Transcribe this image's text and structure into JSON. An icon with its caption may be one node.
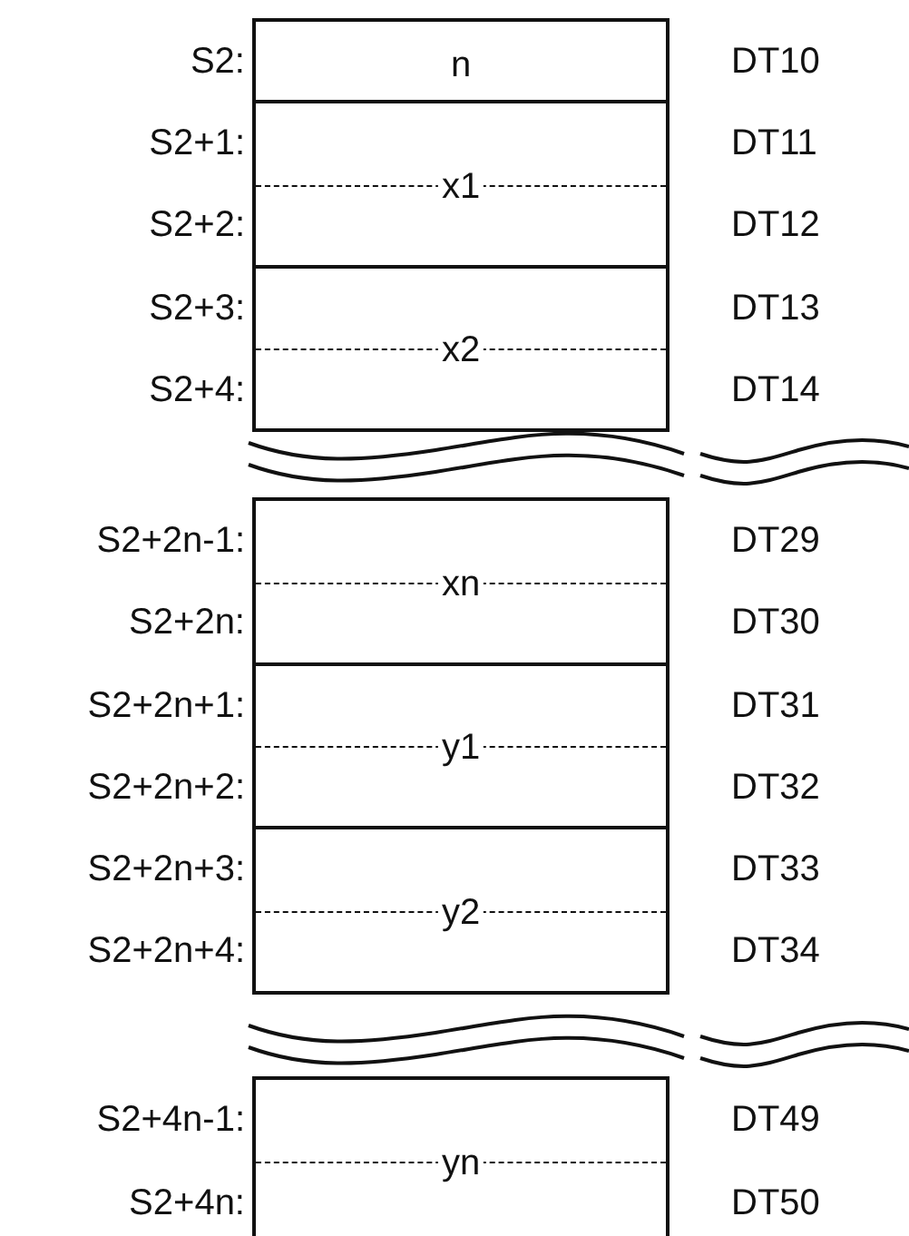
{
  "diagram": {
    "nodes": [
      {
        "text": [
          "n"
        ],
        "beside": [
          "S2:",
          "DT10"
        ]
      },
      {
        "text": [
          "x1"
        ],
        "beside": [
          "S2+1:",
          "DT11",
          "S2+2:",
          "DT12"
        ]
      },
      {
        "text": [
          "x2"
        ],
        "beside": [
          "S2+3:",
          "DT13",
          "S2+4:",
          "DT14"
        ]
      },
      {
        "text": [
          "xn"
        ],
        "beside": [
          "S2+2n-1:",
          "DT29",
          "S2+2n:",
          "DT30"
        ]
      },
      {
        "text": [
          "y1"
        ],
        "beside": [
          "S2+2n+1:",
          "DT31",
          "S2+2n+2:",
          "DT32"
        ]
      },
      {
        "text": [
          "y2"
        ],
        "beside": [
          "S2+2n+3:",
          "DT33",
          "S2+2n+4:",
          "DT34"
        ]
      },
      {
        "text": [
          "yn"
        ],
        "beside": [
          "S2+4n-1:",
          "DT49",
          "S2+4n:",
          "DT50"
        ]
      }
    ]
  }
}
